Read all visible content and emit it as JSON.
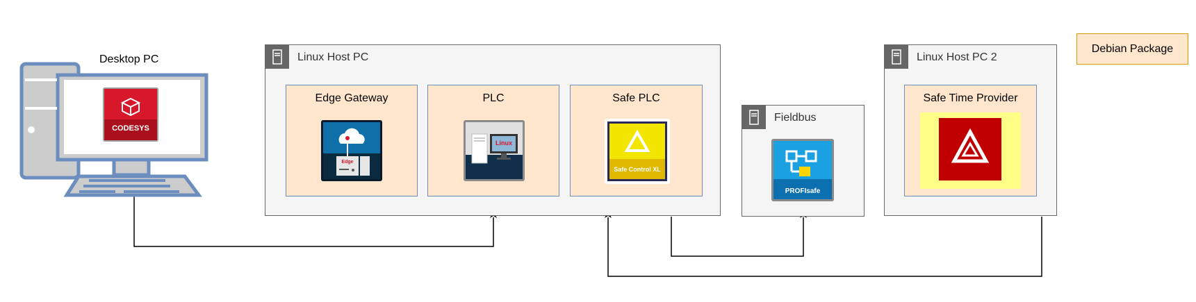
{
  "desktop": {
    "title": "Desktop PC",
    "app_logo_text": "CODESYS"
  },
  "hosts": {
    "linux_host": {
      "title": "Linux Host PC"
    },
    "fieldbus": {
      "title": "Fieldbus",
      "logo_text": "PROFIsafe"
    },
    "linux_host_2": {
      "title": "Linux Host PC 2"
    }
  },
  "packages": {
    "edge_gateway": {
      "title": "Edge Gateway",
      "logo_text": "Edge"
    },
    "plc": {
      "title": "PLC",
      "logo_text": "Linux"
    },
    "safe_plc": {
      "title": "Safe PLC",
      "logo_text": "Safe Control XL"
    },
    "safe_time_provider": {
      "title": "Safe Time Provider"
    }
  },
  "legend": {
    "label": "Debian Package"
  },
  "colors": {
    "package_fill": "#ffe6cc",
    "package_border": "#6c8ebf",
    "legend_border": "#d79b00",
    "host_fill": "#f5f5f5",
    "host_border": "#666666",
    "desktop_blue": "#6c8ebf",
    "codesys_red": "#c8102e",
    "profisafe_blue": "#1ba1e2"
  },
  "icons": {
    "desktop": "desktop-computer-icon",
    "server": "server-icon",
    "codesys": "codesys-logo",
    "edge": "edge-gateway-logo",
    "plc": "plc-linux-logo",
    "safe_plc": "safe-control-logo",
    "profisafe": "profisafe-logo",
    "safe_time": "safe-time-logo"
  }
}
